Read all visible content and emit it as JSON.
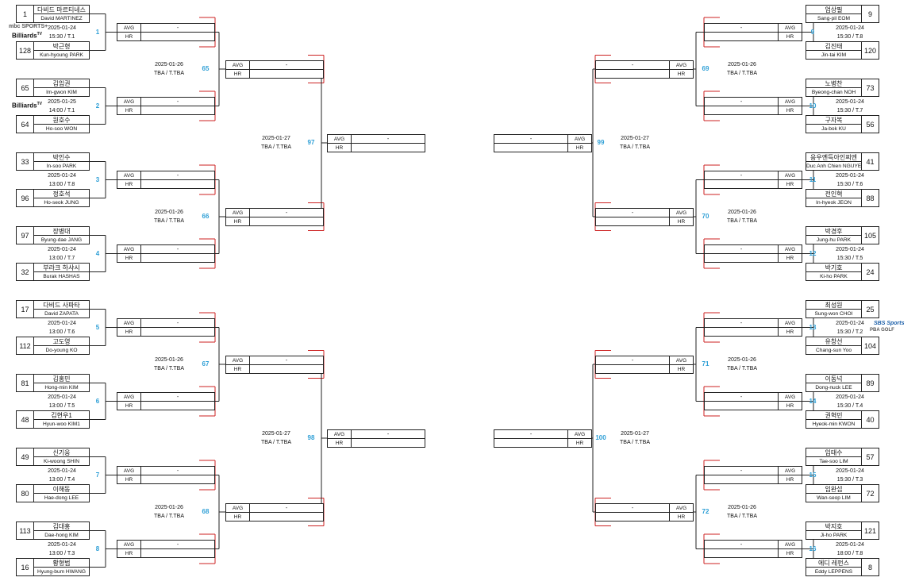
{
  "labels": {
    "avg": "AVG",
    "hr": "HR",
    "empty": "-"
  },
  "colors": {
    "line_black": "#222222",
    "line_red": "#cc2222",
    "match_number": "#2e9fd6"
  },
  "left_players": [
    {
      "seed": "1",
      "name_ko": "다비드 마르티네스",
      "name_en": "David MARTINEZ"
    },
    {
      "seed": "128",
      "name_ko": "박근형",
      "name_en": "Kun-hyoung PARK"
    },
    {
      "seed": "65",
      "name_ko": "김임권",
      "name_en": "Im-gwon KIM"
    },
    {
      "seed": "64",
      "name_ko": "원호수",
      "name_en": "Ho-soo WON"
    },
    {
      "seed": "33",
      "name_ko": "박인수",
      "name_en": "In-soo PARK"
    },
    {
      "seed": "96",
      "name_ko": "정호석",
      "name_en": "Ho-seok JUNG"
    },
    {
      "seed": "97",
      "name_ko": "장병대",
      "name_en": "Byung-dae JANG"
    },
    {
      "seed": "32",
      "name_ko": "부라크 하샤시",
      "name_en": "Burak HASHAS"
    },
    {
      "seed": "17",
      "name_ko": "다비드 사파타",
      "name_en": "David ZAPATA"
    },
    {
      "seed": "112",
      "name_ko": "고도영",
      "name_en": "Do-young KO"
    },
    {
      "seed": "81",
      "name_ko": "김홍민",
      "name_en": "Hong-min KIM"
    },
    {
      "seed": "48",
      "name_ko": "김현우1",
      "name_en": "Hyun-woo KIM1"
    },
    {
      "seed": "49",
      "name_ko": "신기웅",
      "name_en": "Ki-woong SHIN"
    },
    {
      "seed": "80",
      "name_ko": "이해동",
      "name_en": "Hae-dong LEE"
    },
    {
      "seed": "113",
      "name_ko": "김대홍",
      "name_en": "Dae-hong KIM"
    },
    {
      "seed": "16",
      "name_ko": "황형범",
      "name_en": "Hyung-bum HWANG"
    }
  ],
  "right_players": [
    {
      "seed": "9",
      "name_ko": "엄상필",
      "name_en": "Sang-pil EOM"
    },
    {
      "seed": "120",
      "name_ko": "김진태",
      "name_en": "Jin-tai KIM"
    },
    {
      "seed": "73",
      "name_ko": "노병찬",
      "name_en": "Byeong-chan NOH"
    },
    {
      "seed": "56",
      "name_ko": "구자복",
      "name_en": "Ja-bok KU"
    },
    {
      "seed": "41",
      "name_ko": "응우옌득아인찌엔",
      "name_en": "Duc Anh Chien NGUYEN"
    },
    {
      "seed": "88",
      "name_ko": "전인혁",
      "name_en": "In-hyeok JEON"
    },
    {
      "seed": "105",
      "name_ko": "박경후",
      "name_en": "Jung-hu PARK"
    },
    {
      "seed": "24",
      "name_ko": "박기호",
      "name_en": "Ki-ho PARK"
    },
    {
      "seed": "25",
      "name_ko": "최성원",
      "name_en": "Sung-won CHOI"
    },
    {
      "seed": "104",
      "name_ko": "유창선",
      "name_en": "Chang-sun Yoo"
    },
    {
      "seed": "89",
      "name_ko": "이동넉",
      "name_en": "Dong-nuck LEE"
    },
    {
      "seed": "40",
      "name_ko": "권혁민",
      "name_en": "Hyeok-min KWON"
    },
    {
      "seed": "57",
      "name_ko": "임태수",
      "name_en": "Tae-soo LIM"
    },
    {
      "seed": "72",
      "name_ko": "임완섭",
      "name_en": "Wan-seop LIM"
    },
    {
      "seed": "121",
      "name_ko": "박지호",
      "name_en": "Ji-ho PARK"
    },
    {
      "seed": "8",
      "name_ko": "에디 레펀스",
      "name_en": "Eddy LEPPENS"
    }
  ],
  "left_r1": [
    {
      "num": "1",
      "date": "2025-01-24",
      "time": "15:30 / T.1"
    },
    {
      "num": "2",
      "date": "2025-01-25",
      "time": "14:00 / T.1"
    },
    {
      "num": "3",
      "date": "2025-01-24",
      "time": "13:00 / T.8"
    },
    {
      "num": "4",
      "date": "2025-01-24",
      "time": "13:00 / T.7"
    },
    {
      "num": "5",
      "date": "2025-01-24",
      "time": "13:00 / T.6"
    },
    {
      "num": "6",
      "date": "2025-01-24",
      "time": "13:00 / T.5"
    },
    {
      "num": "7",
      "date": "2025-01-24",
      "time": "13:00 / T.4"
    },
    {
      "num": "8",
      "date": "2025-01-24",
      "time": "13:00 / T.3"
    }
  ],
  "right_r1": [
    {
      "num": "9",
      "date": "2025-01-24",
      "time": "15:30 / T.8"
    },
    {
      "num": "10",
      "date": "2025-01-24",
      "time": "15:30 / T.7"
    },
    {
      "num": "11",
      "date": "2025-01-24",
      "time": "15:30 / T.6"
    },
    {
      "num": "12",
      "date": "2025-01-24",
      "time": "15:30 / T.5"
    },
    {
      "num": "13",
      "date": "2025-01-24",
      "time": "15:30 / T.2"
    },
    {
      "num": "14",
      "date": "2025-01-24",
      "time": "15:30 / T.4"
    },
    {
      "num": "15",
      "date": "2025-01-24",
      "time": "15:30 / T.3"
    },
    {
      "num": "16",
      "date": "2025-01-24",
      "time": "18:00 / T.8"
    }
  ],
  "left_r2": [
    {
      "num": "65",
      "date": "2025-01-26",
      "time": "TBA / T.TBA"
    },
    {
      "num": "66",
      "date": "2025-01-26",
      "time": "TBA / T.TBA"
    },
    {
      "num": "67",
      "date": "2025-01-26",
      "time": "TBA / T.TBA"
    },
    {
      "num": "68",
      "date": "2025-01-26",
      "time": "TBA / T.TBA"
    }
  ],
  "right_r2": [
    {
      "num": "69",
      "date": "2025-01-26",
      "time": "TBA / T.TBA"
    },
    {
      "num": "70",
      "date": "2025-01-26",
      "time": "TBA / T.TBA"
    },
    {
      "num": "71",
      "date": "2025-01-26",
      "time": "TBA / T.TBA"
    },
    {
      "num": "72",
      "date": "2025-01-26",
      "time": "TBA / T.TBA"
    }
  ],
  "left_r3": [
    {
      "num": "97",
      "date": "2025-01-27",
      "time": "TBA / T.TBA"
    },
    {
      "num": "98",
      "date": "2025-01-27",
      "time": "TBA / T.TBA"
    }
  ],
  "right_r3": [
    {
      "num": "99",
      "date": "2025-01-27",
      "time": "TBA / T.TBA"
    },
    {
      "num": "100",
      "date": "2025-01-27",
      "time": "TBA / T.TBA"
    }
  ],
  "logos": {
    "mbc": "mbc SPORTS+",
    "billiards": "Billiards",
    "billiards_sup": "TV",
    "sbs": "SBS Sports",
    "pba": "PBA GOLF"
  }
}
